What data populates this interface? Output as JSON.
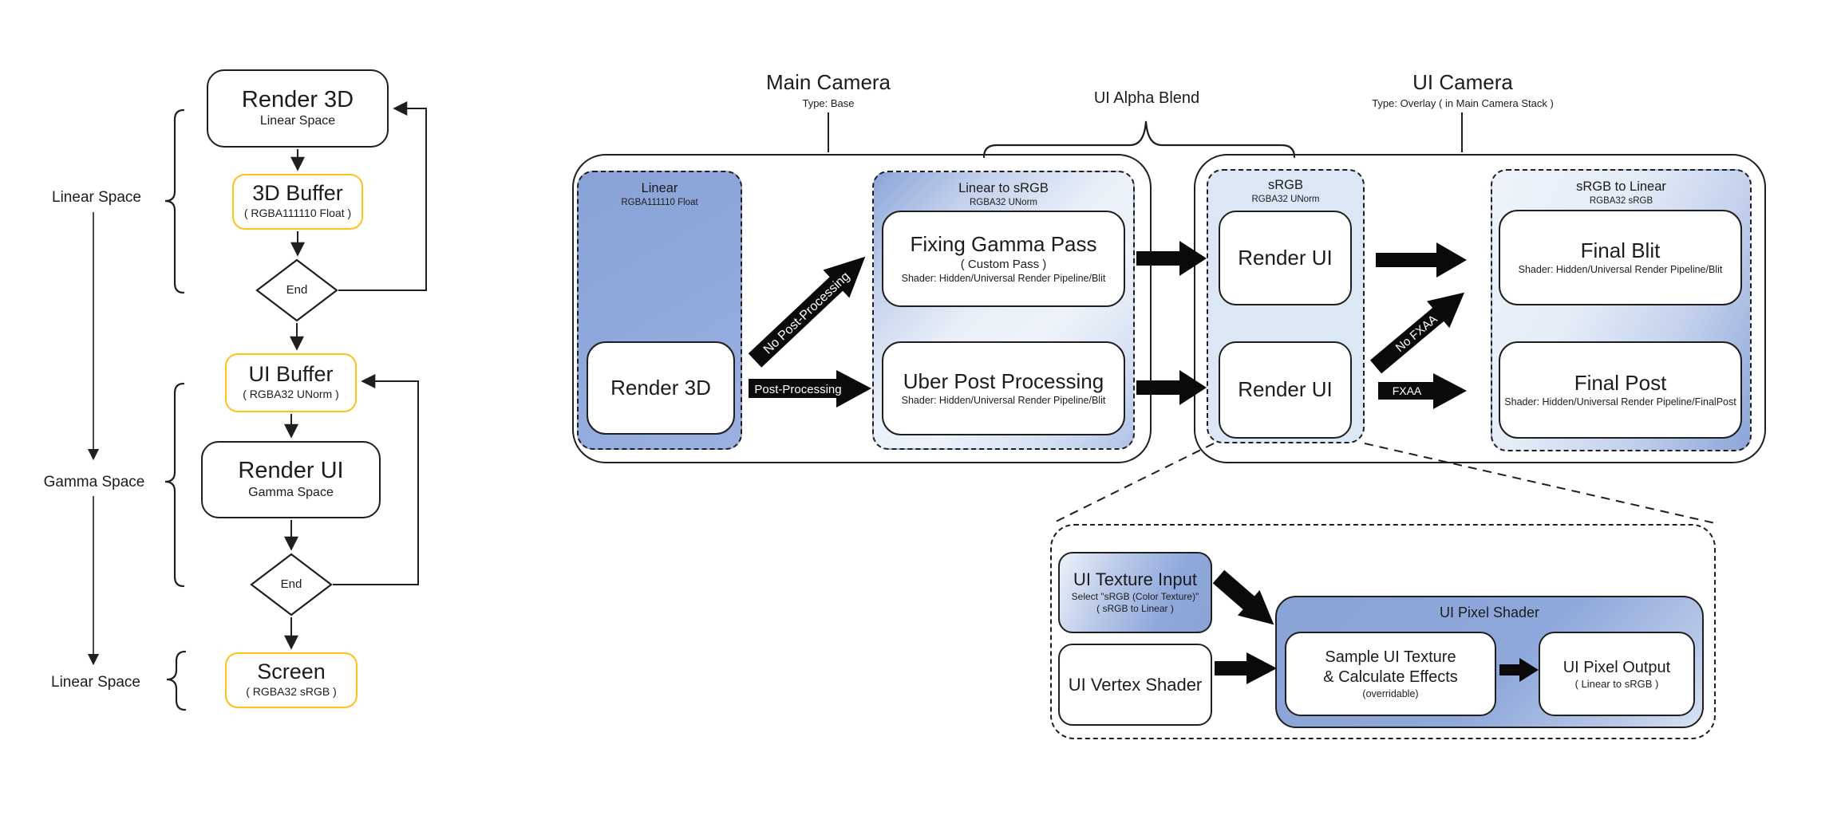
{
  "flow": {
    "render3d": {
      "title": "Render 3D",
      "subtitle": "Linear Space"
    },
    "buffer3d": {
      "title": "3D Buffer",
      "subtitle": "( RGBA111110 Float )"
    },
    "end1": "End",
    "ui_buffer": {
      "title": "UI Buffer",
      "subtitle": "( RGBA32 UNorm )"
    },
    "render_ui": {
      "title": "Render UI",
      "subtitle": "Gamma Space"
    },
    "end2": "End",
    "screen": {
      "title": "Screen",
      "subtitle": "( RGBA32 sRGB )"
    },
    "side_labels": {
      "top": "Linear Space",
      "middle": "Gamma Space",
      "bottom": "Linear Space"
    }
  },
  "cameras": {
    "main": {
      "title": "Main Camera",
      "subtitle": "Type: Base"
    },
    "blend_label": "UI Alpha Blend",
    "ui": {
      "title": "UI Camera",
      "subtitle": "Type: Overlay ( in Main Camera Stack )"
    }
  },
  "groups": {
    "linear": {
      "title": "Linear",
      "format": "RGBA111110 Float",
      "node": "Render 3D"
    },
    "linear_to_srgb": {
      "title": "Linear to sRGB",
      "format": "RGBA32 UNorm",
      "fixing_gamma": {
        "title": "Fixing Gamma Pass",
        "note": "( Custom Pass )",
        "shader": "Shader: Hidden/Universal Render Pipeline/Blit"
      },
      "uber_post": {
        "title": "Uber Post Processing",
        "shader": "Shader: Hidden/Universal Render Pipeline/Blit"
      }
    },
    "srgb": {
      "title": "sRGB",
      "format": "RGBA32 UNorm",
      "render_ui_top": "Render UI",
      "render_ui_bottom": "Render UI"
    },
    "srgb_to_linear": {
      "title": "sRGB to Linear",
      "format": "RGBA32 sRGB",
      "final_blit": {
        "title": "Final Blit",
        "shader": "Shader: Hidden/Universal Render Pipeline/Blit"
      },
      "final_post": {
        "title": "Final Post",
        "shader": "Shader: Hidden/Universal Render Pipeline/FinalPost"
      }
    }
  },
  "arrows": {
    "no_post_processing": "No Post-Processing",
    "post_processing": "Post-Processing",
    "no_fxaa": "No FXAA",
    "fxaa": "FXAA"
  },
  "detail": {
    "texture_input": {
      "title": "UI Texture Input",
      "note1": "Select \"sRGB (Color Texture)\"",
      "note2": "( sRGB to Linear )"
    },
    "vertex_shader": "UI Vertex Shader",
    "pixel_shader": {
      "title": "UI Pixel Shader",
      "sample": {
        "line1": "Sample UI Texture",
        "line2": "& Calculate Effects",
        "note": "(overridable)"
      },
      "output": {
        "title": "UI Pixel Output",
        "note": "( Linear to sRGB )"
      }
    }
  },
  "colors": {
    "accent_yellow": "#FFC117",
    "blue": "#8FA8DB",
    "blue_light": "#DBE7F5",
    "ink": "#1F1F1F"
  }
}
